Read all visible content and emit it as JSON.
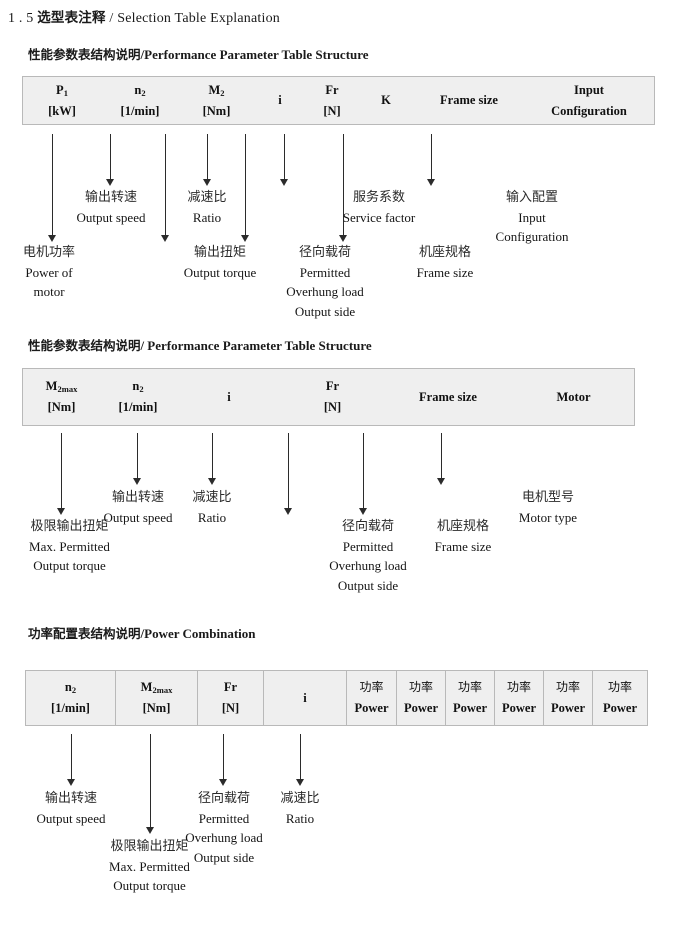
{
  "document": {
    "section_number": "1 . 5",
    "title_cn": "选型表注释",
    "separator": "/",
    "title_en": "Selection Table Explanation"
  },
  "sections": [
    {
      "id": "performance-parameter-1",
      "heading_cn": "性能参数表结构说明",
      "heading_sep": "/",
      "heading_en": "Performance Parameter Table Structure",
      "table": {
        "name": "performance-parameter-table-1",
        "columns": [
          {
            "line1": "P",
            "sub1": "1",
            "line2": "[kW]"
          },
          {
            "line1": "n",
            "sub1": "2",
            "line2": "[1/min]"
          },
          {
            "line1": "M",
            "sub1": "2",
            "line2": "[Nm]"
          },
          {
            "line1": "i",
            "sub1": "",
            "line2": ""
          },
          {
            "line1": "Fr",
            "sub1": "",
            "line2": "[N]"
          },
          {
            "line1": "K",
            "sub1": "",
            "line2": ""
          },
          {
            "line1": "Frame size",
            "sub1": "",
            "line2": ""
          },
          {
            "line1": "Input",
            "sub1": "",
            "line2": "Configuration"
          }
        ]
      },
      "callouts": [
        {
          "cn": "电机功率",
          "en": [
            "Power of",
            "motor"
          ]
        },
        {
          "cn": "输出转速",
          "en": [
            "Output speed"
          ]
        },
        {
          "cn": "输出扭矩",
          "en": [
            "Output torque"
          ]
        },
        {
          "cn": "减速比",
          "en": [
            "Ratio"
          ]
        },
        {
          "cn": "径向载荷",
          "en": [
            "Permitted",
            "Overhung load",
            "Output side"
          ]
        },
        {
          "cn": "服务系数",
          "en": [
            "Service factor"
          ]
        },
        {
          "cn": "机座规格",
          "en": [
            "Frame size"
          ]
        },
        {
          "cn": "输入配置",
          "en": [
            "Input",
            "Configuration"
          ]
        }
      ]
    },
    {
      "id": "performance-parameter-2",
      "heading_cn": "性能参数表结构说明",
      "heading_sep": "/",
      "heading_en": "Performance Parameter Table Structure",
      "table": {
        "name": "performance-parameter-table-2",
        "columns": [
          {
            "line1": "M",
            "sub1": "2max",
            "line2": "[Nm]"
          },
          {
            "line1": "n",
            "sub1": "2",
            "line2": "[1/min]"
          },
          {
            "line1": "i",
            "sub1": "",
            "line2": ""
          },
          {
            "line1": "Fr",
            "sub1": "",
            "line2": "[N]"
          },
          {
            "line1": "Frame size",
            "sub1": "",
            "line2": ""
          },
          {
            "line1": "Motor",
            "sub1": "",
            "line2": ""
          }
        ]
      },
      "callouts": [
        {
          "cn": "极限输出扭矩",
          "en": [
            "Max. Permitted",
            "Output  torque"
          ]
        },
        {
          "cn": "输出转速",
          "en": [
            "Output speed"
          ]
        },
        {
          "cn": "减速比",
          "en": [
            "Ratio"
          ]
        },
        {
          "cn": "径向载荷",
          "en": [
            "Permitted",
            "Overhung load",
            "Output side"
          ]
        },
        {
          "cn": "机座规格",
          "en": [
            "Frame size"
          ]
        },
        {
          "cn": "电机型号",
          "en": [
            "Motor type"
          ]
        }
      ]
    },
    {
      "id": "power-combination",
      "heading_cn": "功率配置表结构说明",
      "heading_sep": "/",
      "heading_en": "Power Combination",
      "table": {
        "name": "power-combination-table",
        "columns": [
          {
            "line1": "n",
            "sub1": "2",
            "line2": "[1/min]"
          },
          {
            "line1": "M",
            "sub1": "2max",
            "line2": "[Nm]"
          },
          {
            "line1": "Fr",
            "sub1": "",
            "line2": "[N]"
          },
          {
            "line1": "i",
            "sub1": "",
            "line2": ""
          },
          {
            "line1_cn": "功率",
            "line2": "Power"
          },
          {
            "line1_cn": "功率",
            "line2": "Power"
          },
          {
            "line1_cn": "功率",
            "line2": "Power"
          },
          {
            "line1_cn": "功率",
            "line2": "Power"
          },
          {
            "line1_cn": "功率",
            "line2": "Power"
          },
          {
            "line1_cn": "功率",
            "line2": "Power"
          }
        ]
      },
      "callouts": [
        {
          "cn": "输出转速",
          "en": [
            "Output speed"
          ]
        },
        {
          "cn": "极限输出扭矩",
          "en": [
            "Max. Permitted",
            "Output  torque"
          ]
        },
        {
          "cn": "径向载荷",
          "en": [
            "Permitted",
            "Overhung load",
            "Output side"
          ]
        },
        {
          "cn": "减速比",
          "en": [
            "Ratio"
          ]
        }
      ]
    }
  ],
  "colors": {
    "table_fill": "#efefef",
    "table_border": "#b9b9b9",
    "arrow": "#2b2b2b",
    "text": "#1a1a1a"
  }
}
